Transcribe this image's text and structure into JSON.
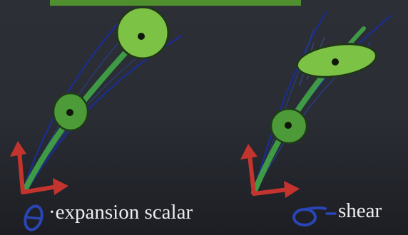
{
  "captions": {
    "left": "·expansion scalar",
    "right": "shear"
  },
  "symbols": {
    "theta": "theta-symbol",
    "sigma": "sigma-symbol"
  },
  "colors": {
    "background": "#22252b",
    "worldline_green": "#3f9a46",
    "blob_green": "#7cc245",
    "ink_blue": "#1c2d8a",
    "arrow_red": "#c4342e",
    "caption_text": "#edeef0"
  }
}
